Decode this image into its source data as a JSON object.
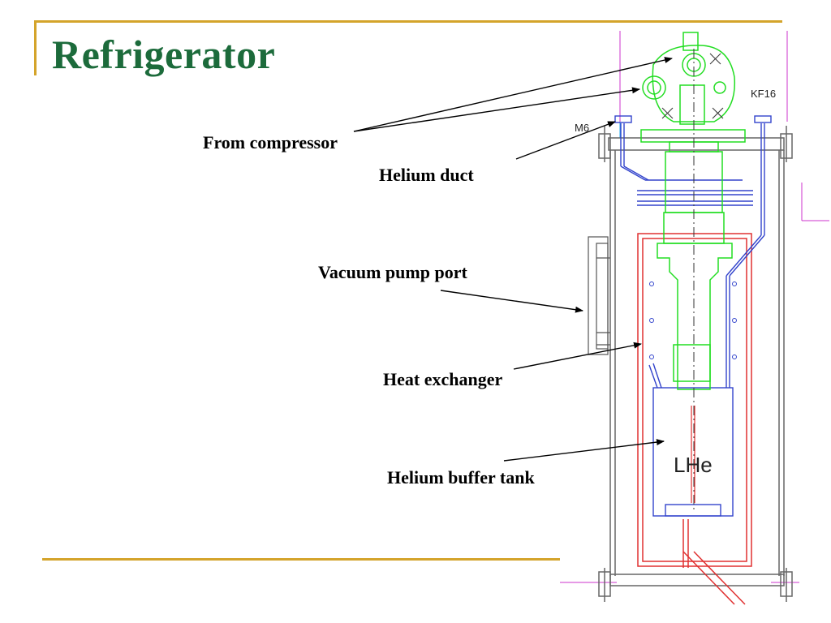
{
  "slide": {
    "title": "Refrigerator"
  },
  "labels": {
    "from_compressor": "From compressor",
    "helium_duct": "Helium duct",
    "vacuum_pump_port": "Vacuum pump port",
    "heat_exchanger": "Heat exchanger",
    "helium_buffer_tank": "Helium buffer tank"
  },
  "drawing": {
    "m6": "M6",
    "kf16": "KF16",
    "lhe": "LHe"
  },
  "colors": {
    "title": "#1c6b3b",
    "accent_rule": "#d4a42b",
    "cold_head": "#22dd22",
    "vacuum_can": "#e03030",
    "duct": "#3344cc",
    "frame": "#666666",
    "guide": "#cc33cc"
  }
}
